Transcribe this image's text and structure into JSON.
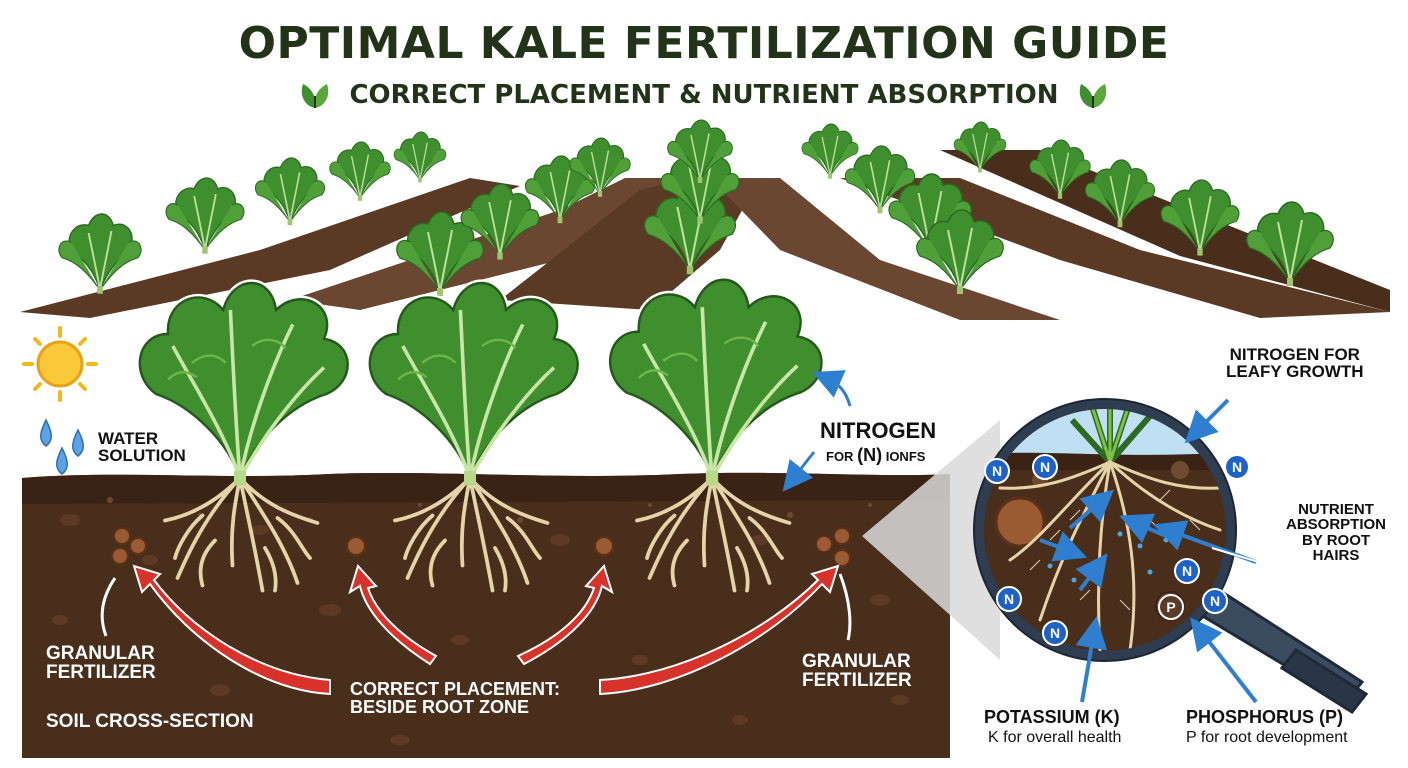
{
  "header": {
    "title": "OPTIMAL KALE FERTILIZATION GUIDE",
    "subtitle": "CORRECT PLACEMENT & NUTRIENT ABSORPTION"
  },
  "labels": {
    "water": "WATER\nSOLUTION",
    "nitrogen_title": "NITROGEN",
    "nitrogen_sub_for": "FOR",
    "nitrogen_sub_n": "(N)",
    "nitrogen_sub_ions": "IONFS",
    "granular_left": "GRANULAR\nFERTILIZER",
    "granular_right": "GRANULAR\nFERTILIZER",
    "soil_cross_section": "SOIL CROSS-SECTION",
    "correct_placement": "CORRECT PLACEMENT:\nBESIDE ROOT ZONE",
    "nitrogen_leafy": "NITROGEN FOR\nLEAFY GROWTH",
    "nutrient_absorption": "NUTRIENT\nABSORPTION\nBY ROOT\nHAIRS",
    "potassium_title": "POTASSIUM (K)",
    "potassium_desc": "K for overall health",
    "phosphorus_title": "PHOSPHORUS (P)",
    "phosphorus_desc": "P for root development"
  },
  "nutrient_badges": {
    "nitrogen": "N",
    "phosphorus": "P"
  },
  "icons": [
    "leaf-icon",
    "sun-icon",
    "water-drop-icon",
    "fertilizer-granule-icon",
    "magnifier-icon",
    "arrow-icon"
  ],
  "colors": {
    "title": "#23331a",
    "soil": "#4a2e1c",
    "soil_dark": "#3a2315",
    "leaf": "#3f8f2f",
    "leaf_light": "#6cb548",
    "root": "#e6d3a8",
    "arrow_red": "#d8332b",
    "arrow_blue": "#2f7fd0",
    "nitrogen_badge": "#1e62c8",
    "sun": "#f5b91c"
  }
}
